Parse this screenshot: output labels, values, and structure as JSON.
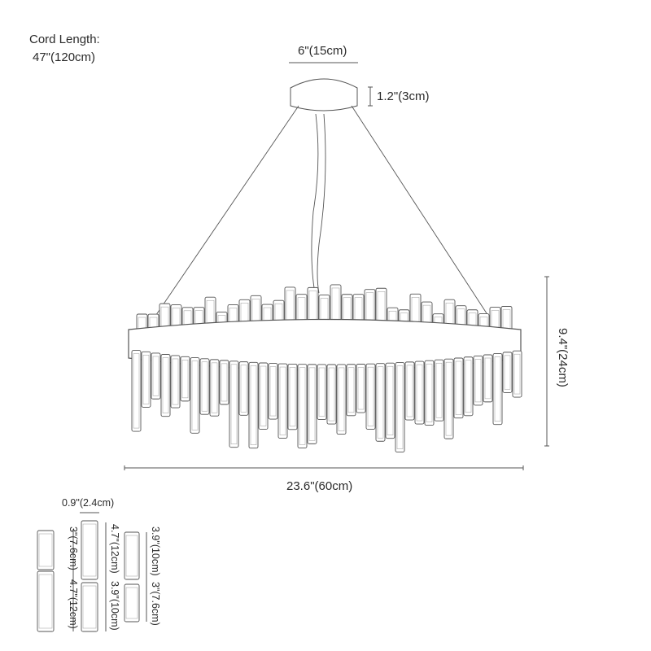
{
  "cord": {
    "title": "Cord Length:",
    "value": "47\"(120cm)"
  },
  "dimensions": {
    "canopy_width": "6\"(15cm)",
    "canopy_height": "1.2\"(3cm)",
    "height": "9.4\"(24cm)",
    "diameter": "23.6\"(60cm)"
  },
  "crystals": {
    "width": "0.9\"(2.4cm)",
    "col1_top": "3\"(7.6cm)",
    "col1_bottom": "4.7\"(12cm)",
    "col2_top": "4.7\"(12cm)",
    "col2_bottom": "3.9\"(10cm)",
    "col3_top": "3.9\"(10cm)",
    "col3_bottom": "3\"(7.6cm)"
  },
  "colors": {
    "line": "#555555",
    "text": "#2a2a2a"
  }
}
